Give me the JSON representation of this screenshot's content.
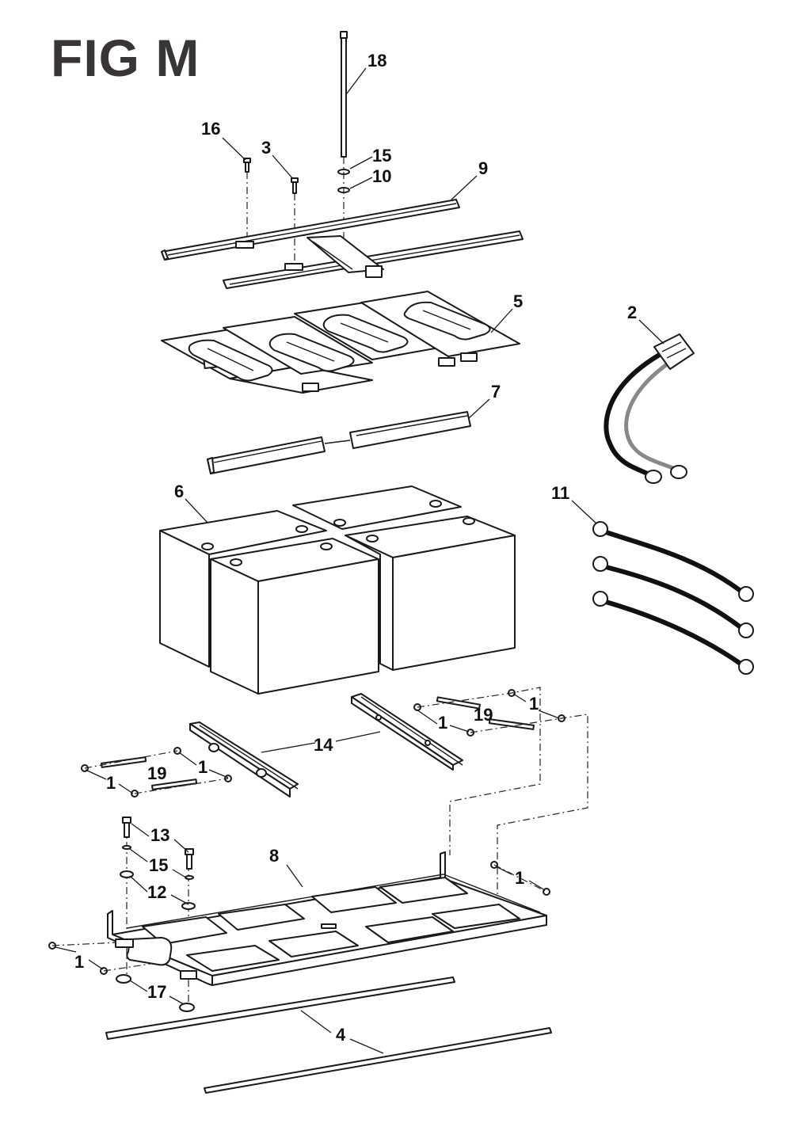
{
  "figure": {
    "title": "FIG M"
  },
  "callouts": [
    {
      "id": "c18",
      "text": "18"
    },
    {
      "id": "c16",
      "text": "16"
    },
    {
      "id": "c3",
      "text": "3"
    },
    {
      "id": "c15a",
      "text": "15"
    },
    {
      "id": "c10",
      "text": "10"
    },
    {
      "id": "c9",
      "text": "9"
    },
    {
      "id": "c5",
      "text": "5"
    },
    {
      "id": "c2",
      "text": "2"
    },
    {
      "id": "c7",
      "text": "7"
    },
    {
      "id": "c6",
      "text": "6"
    },
    {
      "id": "c11",
      "text": "11"
    },
    {
      "id": "c1a",
      "text": "1"
    },
    {
      "id": "c19a",
      "text": "19"
    },
    {
      "id": "c1b",
      "text": "1"
    },
    {
      "id": "c14",
      "text": "14"
    },
    {
      "id": "c1c",
      "text": "1"
    },
    {
      "id": "c19b",
      "text": "19"
    },
    {
      "id": "c1d",
      "text": "1"
    },
    {
      "id": "c13",
      "text": "13"
    },
    {
      "id": "c8",
      "text": "8"
    },
    {
      "id": "c15b",
      "text": "15"
    },
    {
      "id": "c1e",
      "text": "1"
    },
    {
      "id": "c12",
      "text": "12"
    },
    {
      "id": "c1f",
      "text": "1"
    },
    {
      "id": "c17",
      "text": "17"
    },
    {
      "id": "c4",
      "text": "4"
    }
  ]
}
